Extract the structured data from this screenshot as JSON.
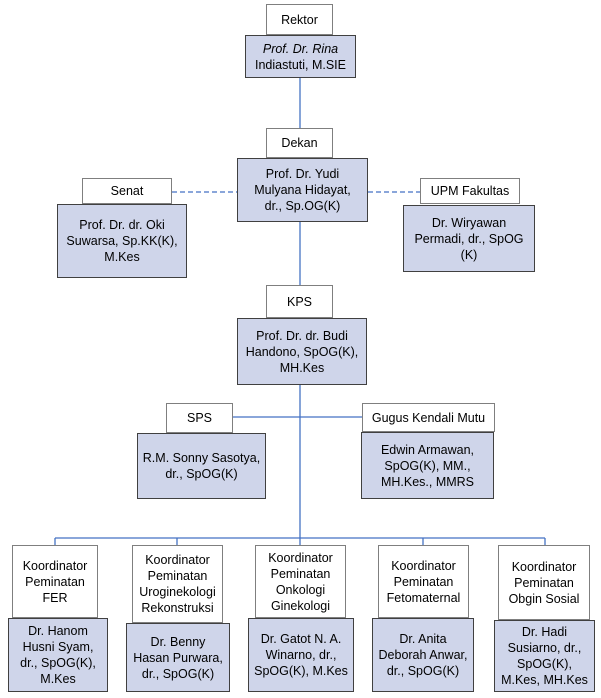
{
  "colors": {
    "name_box_fill": "#cfd5ea",
    "title_box_fill": "#ffffff",
    "line": "#4472c4"
  },
  "rektor": {
    "title": "Rektor",
    "name_italic": "Prof. Dr. Rina",
    "name_rest": "Indiastuti, M.SIE"
  },
  "dekan": {
    "title": "Dekan",
    "name": "Prof. Dr. Yudi\nMulyana Hidayat,\ndr., Sp.OG(K)"
  },
  "senat": {
    "title": "Senat",
    "name": "Prof. Dr. dr. Oki\nSuwarsa, Sp.KK(K),\nM.Kes"
  },
  "upm": {
    "title": "UPM Fakultas",
    "name": "Dr. Wiryawan\nPermadi, dr., SpOG\n(K)"
  },
  "kps": {
    "title": "KPS",
    "name": "Prof. Dr. dr. Budi\nHandono, SpOG(K),\nMH.Kes"
  },
  "sps": {
    "title": "SPS",
    "name": "R.M. Sonny Sasotya,\ndr., SpOG(K)"
  },
  "gkm": {
    "title": "Gugus Kendali Mutu",
    "name": "Edwin Armawan,\nSpOG(K), MM.,\nMH.Kes., MMRS"
  },
  "coordinators": [
    {
      "title": "Koordinator\nPeminatan\nFER",
      "name": "Dr. Hanom\nHusni Syam,\ndr., SpOG(K),\nM.Kes"
    },
    {
      "title": "Koordinator\nPeminatan\nUroginekologi\nRekonstruksi",
      "name": "Dr. Benny\nHasan Purwara,\ndr., SpOG(K)"
    },
    {
      "title": "Koordinator\nPeminatan\nOnkologi\nGinekologi",
      "name": "Dr. Gatot N. A.\nWinarno, dr.,\nSpOG(K), M.Kes"
    },
    {
      "title": "Koordinator\nPeminatan\nFetomaternal",
      "name": "Dr. Anita\nDeborah Anwar,\ndr., SpOG(K)"
    },
    {
      "title": "Koordinator\nPeminatan\nObgin Sosial",
      "name": "Dr. Hadi\nSusiarno, dr.,\nSpOG(K),\nM.Kes, MH.Kes"
    }
  ]
}
